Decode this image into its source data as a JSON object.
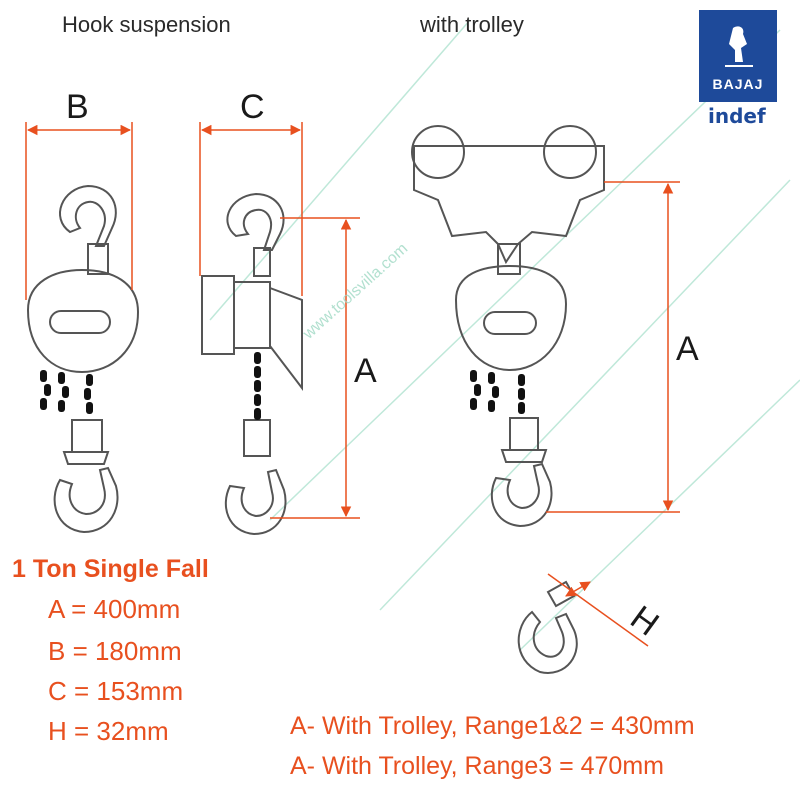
{
  "views": {
    "hook_suspension": "Hook suspension",
    "with_trolley": "with trolley"
  },
  "dimension_labels": {
    "b": "B",
    "c": "C",
    "a_hook": "A",
    "a_trolley": "A",
    "h": "H"
  },
  "brand": {
    "name": "BAJAJ",
    "sub": "indef",
    "color": "#1e4a9a"
  },
  "specs": {
    "heading": "1 Ton Single Fall",
    "lines": [
      "A = 400mm",
      "B = 180mm",
      "C = 153mm",
      "H = 32mm"
    ]
  },
  "notes": [
    "A- With Trolley, Range1&2 = 430mm",
    "A- With Trolley, Range3 = 470mm"
  ],
  "watermark": "www.toolsvilla.com",
  "colors": {
    "accent": "#e8501f",
    "line": "#555555",
    "chain": "#111111"
  }
}
